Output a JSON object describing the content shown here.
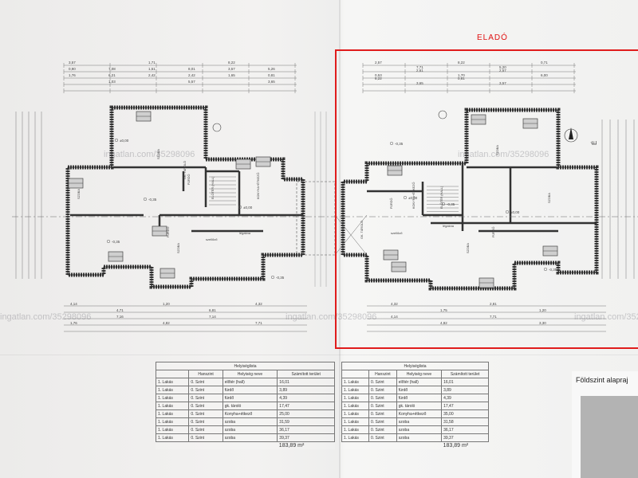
{
  "sale": {
    "label": "ELADÓ",
    "color": "#e01010"
  },
  "caption": {
    "text": "Földszint alapraj"
  },
  "watermarks": [
    "ingatlan.com/35298096",
    "ingatlan.com/35298096",
    "ingatlan.com/35298096",
    "ingatlan.com/35298096",
    "ingatlan.com/35298096"
  ],
  "table_left": {
    "title": "Helyiséglista",
    "headers": [
      "",
      "Hanszint",
      "Helyiség neve",
      "Számított terület"
    ],
    "rows": [
      [
        "1. Lakás",
        "0. Szint",
        "előtér (hall)",
        "16,01"
      ],
      [
        "1. Lakás",
        "0. Szint",
        "fürdő",
        "3,89"
      ],
      [
        "1. Lakás",
        "0. Szint",
        "fürdő",
        "4,39"
      ],
      [
        "1. Lakás",
        "0. Szint",
        "gk. tároló",
        "17,47"
      ],
      [
        "1. Lakás",
        "0. Szint",
        "Konyha+étkező",
        "25,00"
      ],
      [
        "1. Lakás",
        "0. Szint",
        "szoba",
        "31,59"
      ],
      [
        "1. Lakás",
        "0. Szint",
        "szoba",
        "36,17"
      ],
      [
        "1. Lakás",
        "0. Szint",
        "szoba",
        "39,37"
      ]
    ],
    "total": "183,89 m²"
  },
  "table_right": {
    "title": "Helyiséglista",
    "headers": [
      "",
      "Hanszint",
      "Helyiség neve",
      "Számított terület"
    ],
    "rows": [
      [
        "1. Lakás",
        "0. Szint",
        "előtér (hall)",
        "16,01"
      ],
      [
        "1. Lakás",
        "0. Szint",
        "fürdő",
        "3,89"
      ],
      [
        "1. Lakás",
        "0. Szint",
        "fürdő",
        "4,39"
      ],
      [
        "1. Lakás",
        "0. Szint",
        "gk. tároló",
        "17,47"
      ],
      [
        "1. Lakás",
        "0. Szint",
        "Konyha+étkező",
        "35,00"
      ],
      [
        "1. Lakás",
        "0. Szint",
        "szoba",
        "31,58"
      ],
      [
        "1. Lakás",
        "0. Szint",
        "szoba",
        "36,17"
      ],
      [
        "1. Lakás",
        "0. Szint",
        "szoba",
        "39,37"
      ]
    ],
    "total": "183,89 m²"
  },
  "plan": {
    "dims_top_left": [
      "3,57",
      "7,08",
      "1,71",
      "8,01",
      "8,22",
      "5,26",
      "0,90",
      "6,21",
      "1,51",
      "2,42",
      "3,57",
      "0,81",
      "1,76",
      "1,03",
      "2,42",
      "5,57",
      "1,65",
      "3,65"
    ],
    "dims_top_right": [
      "2,57",
      "7,71",
      "8,22",
      "5,20",
      "0,71",
      "0,53",
      "2,61",
      "1,70",
      "2,57",
      "6,00",
      "8,22",
      "3,65",
      "0,81",
      "3,57"
    ],
    "dims_bottom_left": [
      "4,14",
      "4,71",
      "1,20",
      "6,81",
      "4,32",
      "1,76",
      "7,16",
      "4,82",
      "7,14",
      "7,71"
    ],
    "dims_bottom_right": [
      "4,32",
      "1,75",
      "2,81",
      "1,20",
      "4,14",
      "4,82",
      "7,71",
      "3,30"
    ],
    "rooms_left": [
      "SZOBA",
      "SZOBA",
      "SZOBA",
      "KONYHA+ÉTKEZŐ",
      "ELŐTÉR (HALL)",
      "GK. TÁROLÓ",
      "FÜRDŐ",
      "FÜRDŐ"
    ],
    "rooms_right": [
      "KONYHA+ÉTKEZŐ",
      "ELŐTÉR (HALL)",
      "SZOBA",
      "SZOBA",
      "SZOBA",
      "GK. TÁROLÓ",
      "FÜRDŐ",
      "FÜRDŐ"
    ],
    "levels": [
      "±0,00",
      "-0,35",
      "±0,00",
      "-0,35",
      "-0,35",
      "±0,00",
      "-0,35",
      "-0,35",
      "±0,00",
      "-0,35"
    ],
    "notes": [
      "szellőző",
      "szellőző",
      "légakna",
      "légakna"
    ],
    "north": "É"
  }
}
